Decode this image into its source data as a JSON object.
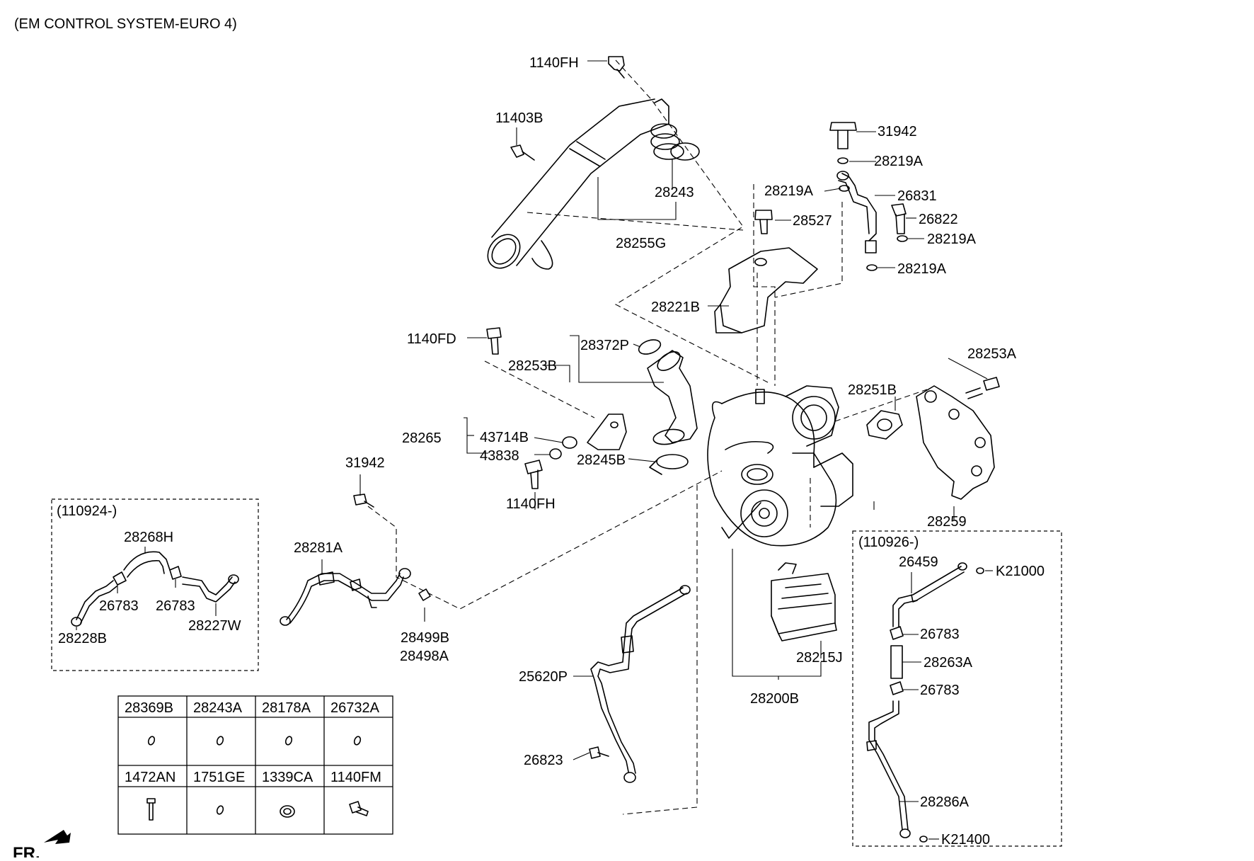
{
  "header": {
    "title": "(EM CONTROL SYSTEM-EURO 4)"
  },
  "labels": {
    "l1140FH_top": "1140FH",
    "l11403B": "11403B",
    "l28243": "28243",
    "l28255G": "28255G",
    "l31942_top": "31942",
    "l28219A_1": "28219A",
    "l28219A_2": "28219A",
    "l26831": "26831",
    "l28527": "28527",
    "l26822": "26822",
    "l28219A_3": "28219A",
    "l28219A_4": "28219A",
    "l28221B": "28221B",
    "l1140FD": "1140FD",
    "l28372P": "28372P",
    "l28253B": "28253B",
    "l28253A": "28253A",
    "l28251B": "28251B",
    "l28265": "28265",
    "l43714B": "43714B",
    "l43838": "43838",
    "l28245B": "28245B",
    "l1140FH_mid": "1140FH",
    "l31942_mid": "31942",
    "l28259": "28259",
    "l28281A": "28281A",
    "l28499B": "28499B",
    "l28498A": "28498A",
    "l25620P": "25620P",
    "l26823": "26823",
    "l28215J": "28215J",
    "l28200B": "28200B"
  },
  "box_left": {
    "date": "(110924-)",
    "l28268H": "28268H",
    "l26783_a": "26783",
    "l26783_b": "26783",
    "l28228B": "28228B",
    "l28227W": "28227W"
  },
  "box_right": {
    "date": "(110926-)",
    "l26459": "26459",
    "lK21000": "K21000",
    "l26783_a": "26783",
    "l28263A": "28263A",
    "l26783_b": "26783",
    "l28286A": "28286A",
    "lK21400": "K21400"
  },
  "parts_table": {
    "row1": [
      "28369B",
      "28243A",
      "28178A",
      "26732A"
    ],
    "row2": [
      "1472AN",
      "1751GE",
      "1339CA",
      "1140FM"
    ]
  },
  "footer": {
    "direction": "FR."
  }
}
